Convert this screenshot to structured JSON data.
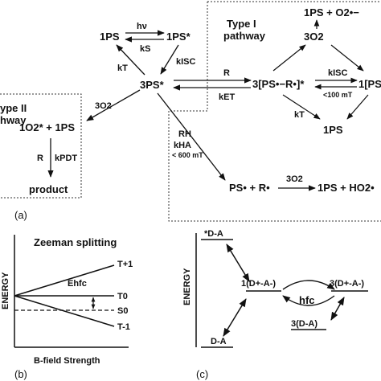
{
  "panel_a": {
    "label": "(a)",
    "hv": "hν",
    "ks": "kS",
    "kisc_left": "kISC",
    "kt_left": "kT",
    "ps1_left": "1PS",
    "ps1_star_top": "1PS*",
    "ps3_star": "3PS*",
    "type1_title_l1": "Type I",
    "type1_title_l2": "pathway",
    "type2_title_l1": "ype II",
    "type2_title_l2": "hway",
    "top_right_products": "1PS  +  O2•−",
    "o2_triplet_top": "3O2",
    "R": "R",
    "ket": "kET",
    "radical_pair_left": "3[PS•−R•]*",
    "radical_pair_right": "1[PS",
    "kisc_right": "kISC",
    "lt100": "<100 mT",
    "kt_right": "kT",
    "ps1_right": "1PS",
    "o2_triplet_left": "3O2",
    "o2_singlet_plus_ps": "1O2* + 1PS",
    "R_pdt": "R",
    "kpdt": "kPDT",
    "product": "product",
    "RH": "RH",
    "kha": "kHA",
    "lt600": "< 600 mT",
    "ps_radical_plus_r": "PS•  +  R•",
    "o2_triplet_bottom": "3O2",
    "ps_plus_ho2": "1PS + HO2•"
  },
  "panel_b": {
    "label": "(b)",
    "title": "Zeeman splitting",
    "y_axis": "ENERGY",
    "x_axis": "B-field Strength",
    "t_plus": "T+1",
    "t_zero": "T0",
    "t_minus": "T-1",
    "s_zero": "S0",
    "ehfc": "Ehfc"
  },
  "panel_c": {
    "label": "(c)",
    "y_axis": "ENERGY",
    "da_excited": "*D-A",
    "da_ground": "D-A",
    "singlet_cs": "1(D+-A-)",
    "triplet_cs": "3(D+-A-)",
    "triplet_da": "3(D-A)",
    "hfc": "hfc"
  }
}
